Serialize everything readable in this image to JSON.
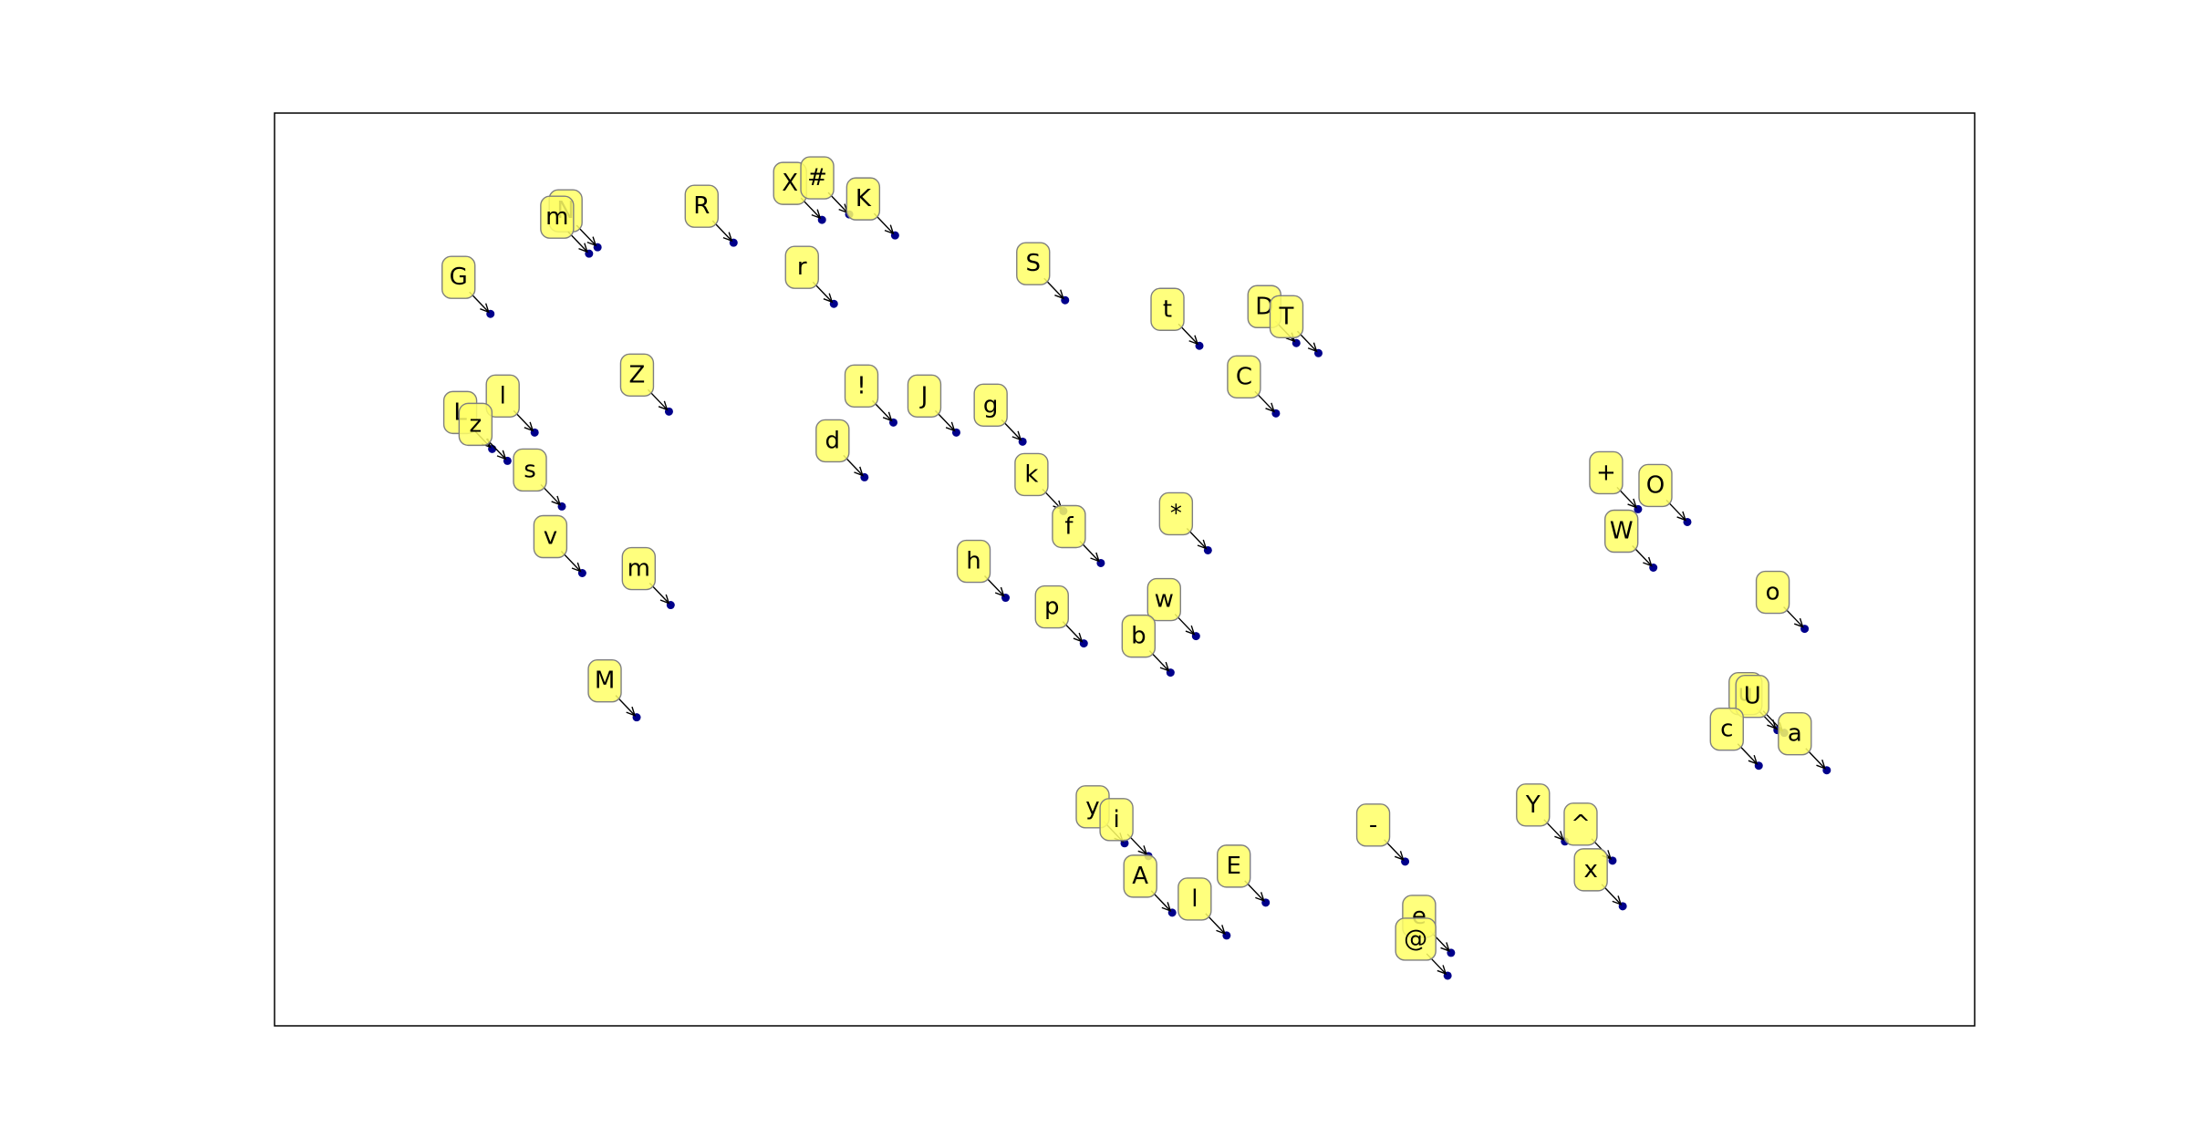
{
  "colors": {
    "background": "#ffffff",
    "frame": "#000000",
    "label_fill": "#ffff66",
    "label_edge": "#7f7f7f",
    "point": "#00008b",
    "arrow": "#000000"
  },
  "chart_data": {
    "type": "scatter",
    "title": "",
    "xlabel": "",
    "ylabel": "",
    "axes_visible": false,
    "ticks_visible": false,
    "grid": false,
    "legend": "none",
    "annotation_style": "yellow rounded box with arrow pointing to point",
    "xlim": [
      0,
      100
    ],
    "ylim": [
      0,
      100
    ],
    "points": [
      {
        "label": "N",
        "x": 19.0,
        "y": 85.3
      },
      {
        "label": "m",
        "x": 18.5,
        "y": 84.6
      },
      {
        "label": "R",
        "x": 27.0,
        "y": 85.8
      },
      {
        "label": "X",
        "x": 32.2,
        "y": 88.3
      },
      {
        "label": "#",
        "x": 33.8,
        "y": 88.9
      },
      {
        "label": "K",
        "x": 36.5,
        "y": 86.6
      },
      {
        "label": "G",
        "x": 12.7,
        "y": 78.0
      },
      {
        "label": "r",
        "x": 32.9,
        "y": 79.1
      },
      {
        "label": "S",
        "x": 46.5,
        "y": 79.5
      },
      {
        "label": "t",
        "x": 54.4,
        "y": 74.5
      },
      {
        "label": "D",
        "x": 60.1,
        "y": 74.8
      },
      {
        "label": "T",
        "x": 61.4,
        "y": 73.7
      },
      {
        "label": "C",
        "x": 58.9,
        "y": 67.1
      },
      {
        "label": "Z",
        "x": 23.2,
        "y": 67.3
      },
      {
        "label": "l",
        "x": 15.3,
        "y": 65.0
      },
      {
        "label": "L",
        "x": 12.8,
        "y": 63.2
      },
      {
        "label": "z",
        "x": 13.7,
        "y": 61.9
      },
      {
        "label": "s",
        "x": 16.9,
        "y": 56.9
      },
      {
        "label": "!",
        "x": 36.4,
        "y": 66.1
      },
      {
        "label": "J",
        "x": 40.1,
        "y": 65.0
      },
      {
        "label": "g",
        "x": 44.0,
        "y": 64.0
      },
      {
        "label": "d",
        "x": 34.7,
        "y": 60.1
      },
      {
        "label": "k",
        "x": 46.4,
        "y": 56.4
      },
      {
        "label": "f",
        "x": 48.6,
        "y": 50.7
      },
      {
        "label": "*",
        "x": 54.9,
        "y": 52.1
      },
      {
        "label": "+",
        "x": 80.2,
        "y": 56.6
      },
      {
        "label": "O",
        "x": 83.1,
        "y": 55.2
      },
      {
        "label": "W",
        "x": 81.1,
        "y": 50.2
      },
      {
        "label": "v",
        "x": 18.1,
        "y": 49.6
      },
      {
        "label": "m",
        "x": 23.3,
        "y": 46.1
      },
      {
        "label": "h",
        "x": 43.0,
        "y": 46.9
      },
      {
        "label": "p",
        "x": 47.6,
        "y": 41.9
      },
      {
        "label": "w",
        "x": 54.2,
        "y": 42.7
      },
      {
        "label": "b",
        "x": 52.7,
        "y": 38.7
      },
      {
        "label": "o",
        "x": 90.0,
        "y": 43.5
      },
      {
        "label": "M",
        "x": 21.3,
        "y": 33.8
      },
      {
        "label": "u",
        "x": 88.4,
        "y": 32.4
      },
      {
        "label": "U",
        "x": 88.8,
        "y": 32.1
      },
      {
        "label": "c",
        "x": 87.3,
        "y": 28.5
      },
      {
        "label": "a",
        "x": 91.3,
        "y": 28.0
      },
      {
        "label": "y",
        "x": 50.0,
        "y": 20.0
      },
      {
        "label": "i",
        "x": 51.4,
        "y": 18.6
      },
      {
        "label": "-",
        "x": 66.5,
        "y": 18.0
      },
      {
        "label": "Y",
        "x": 75.9,
        "y": 20.2
      },
      {
        "label": "^",
        "x": 78.7,
        "y": 18.1
      },
      {
        "label": "x",
        "x": 79.3,
        "y": 13.1
      },
      {
        "label": "A",
        "x": 52.8,
        "y": 12.4
      },
      {
        "label": "E",
        "x": 58.3,
        "y": 13.5
      },
      {
        "label": "l",
        "x": 56.0,
        "y": 9.9
      },
      {
        "label": "e",
        "x": 69.2,
        "y": 8.0
      },
      {
        "label": "@",
        "x": 69.0,
        "y": 5.5
      }
    ]
  }
}
